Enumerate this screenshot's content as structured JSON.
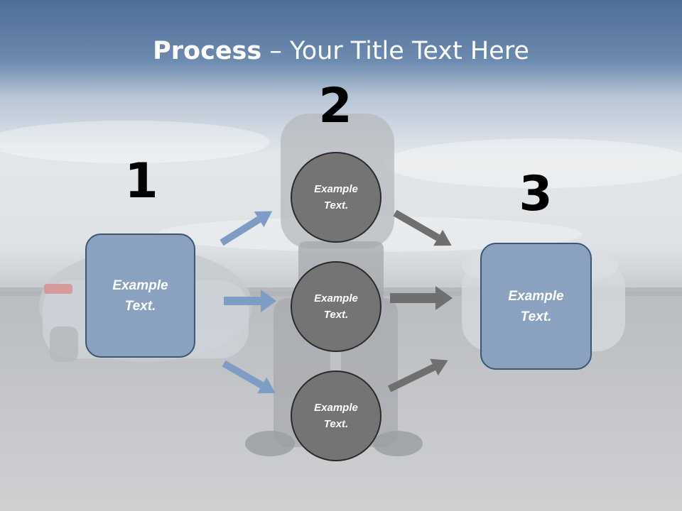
{
  "title": {
    "bold": "Process",
    "rest": " – Your Title Text Here"
  },
  "steps": {
    "one": "1",
    "two": "2",
    "three": "3"
  },
  "nodes": {
    "left": "Example Text.",
    "middle_top": "Example Text.",
    "middle_center": "Example Text.",
    "middle_bottom": "Example Text.",
    "right": "Example Text."
  },
  "colors": {
    "box_fill": "#8aa2c0",
    "circle_fill": "#747474",
    "left_arrows": "#7f9dc4",
    "right_arrows": "#6f6f6f",
    "header_band": "#5f7ea6"
  }
}
